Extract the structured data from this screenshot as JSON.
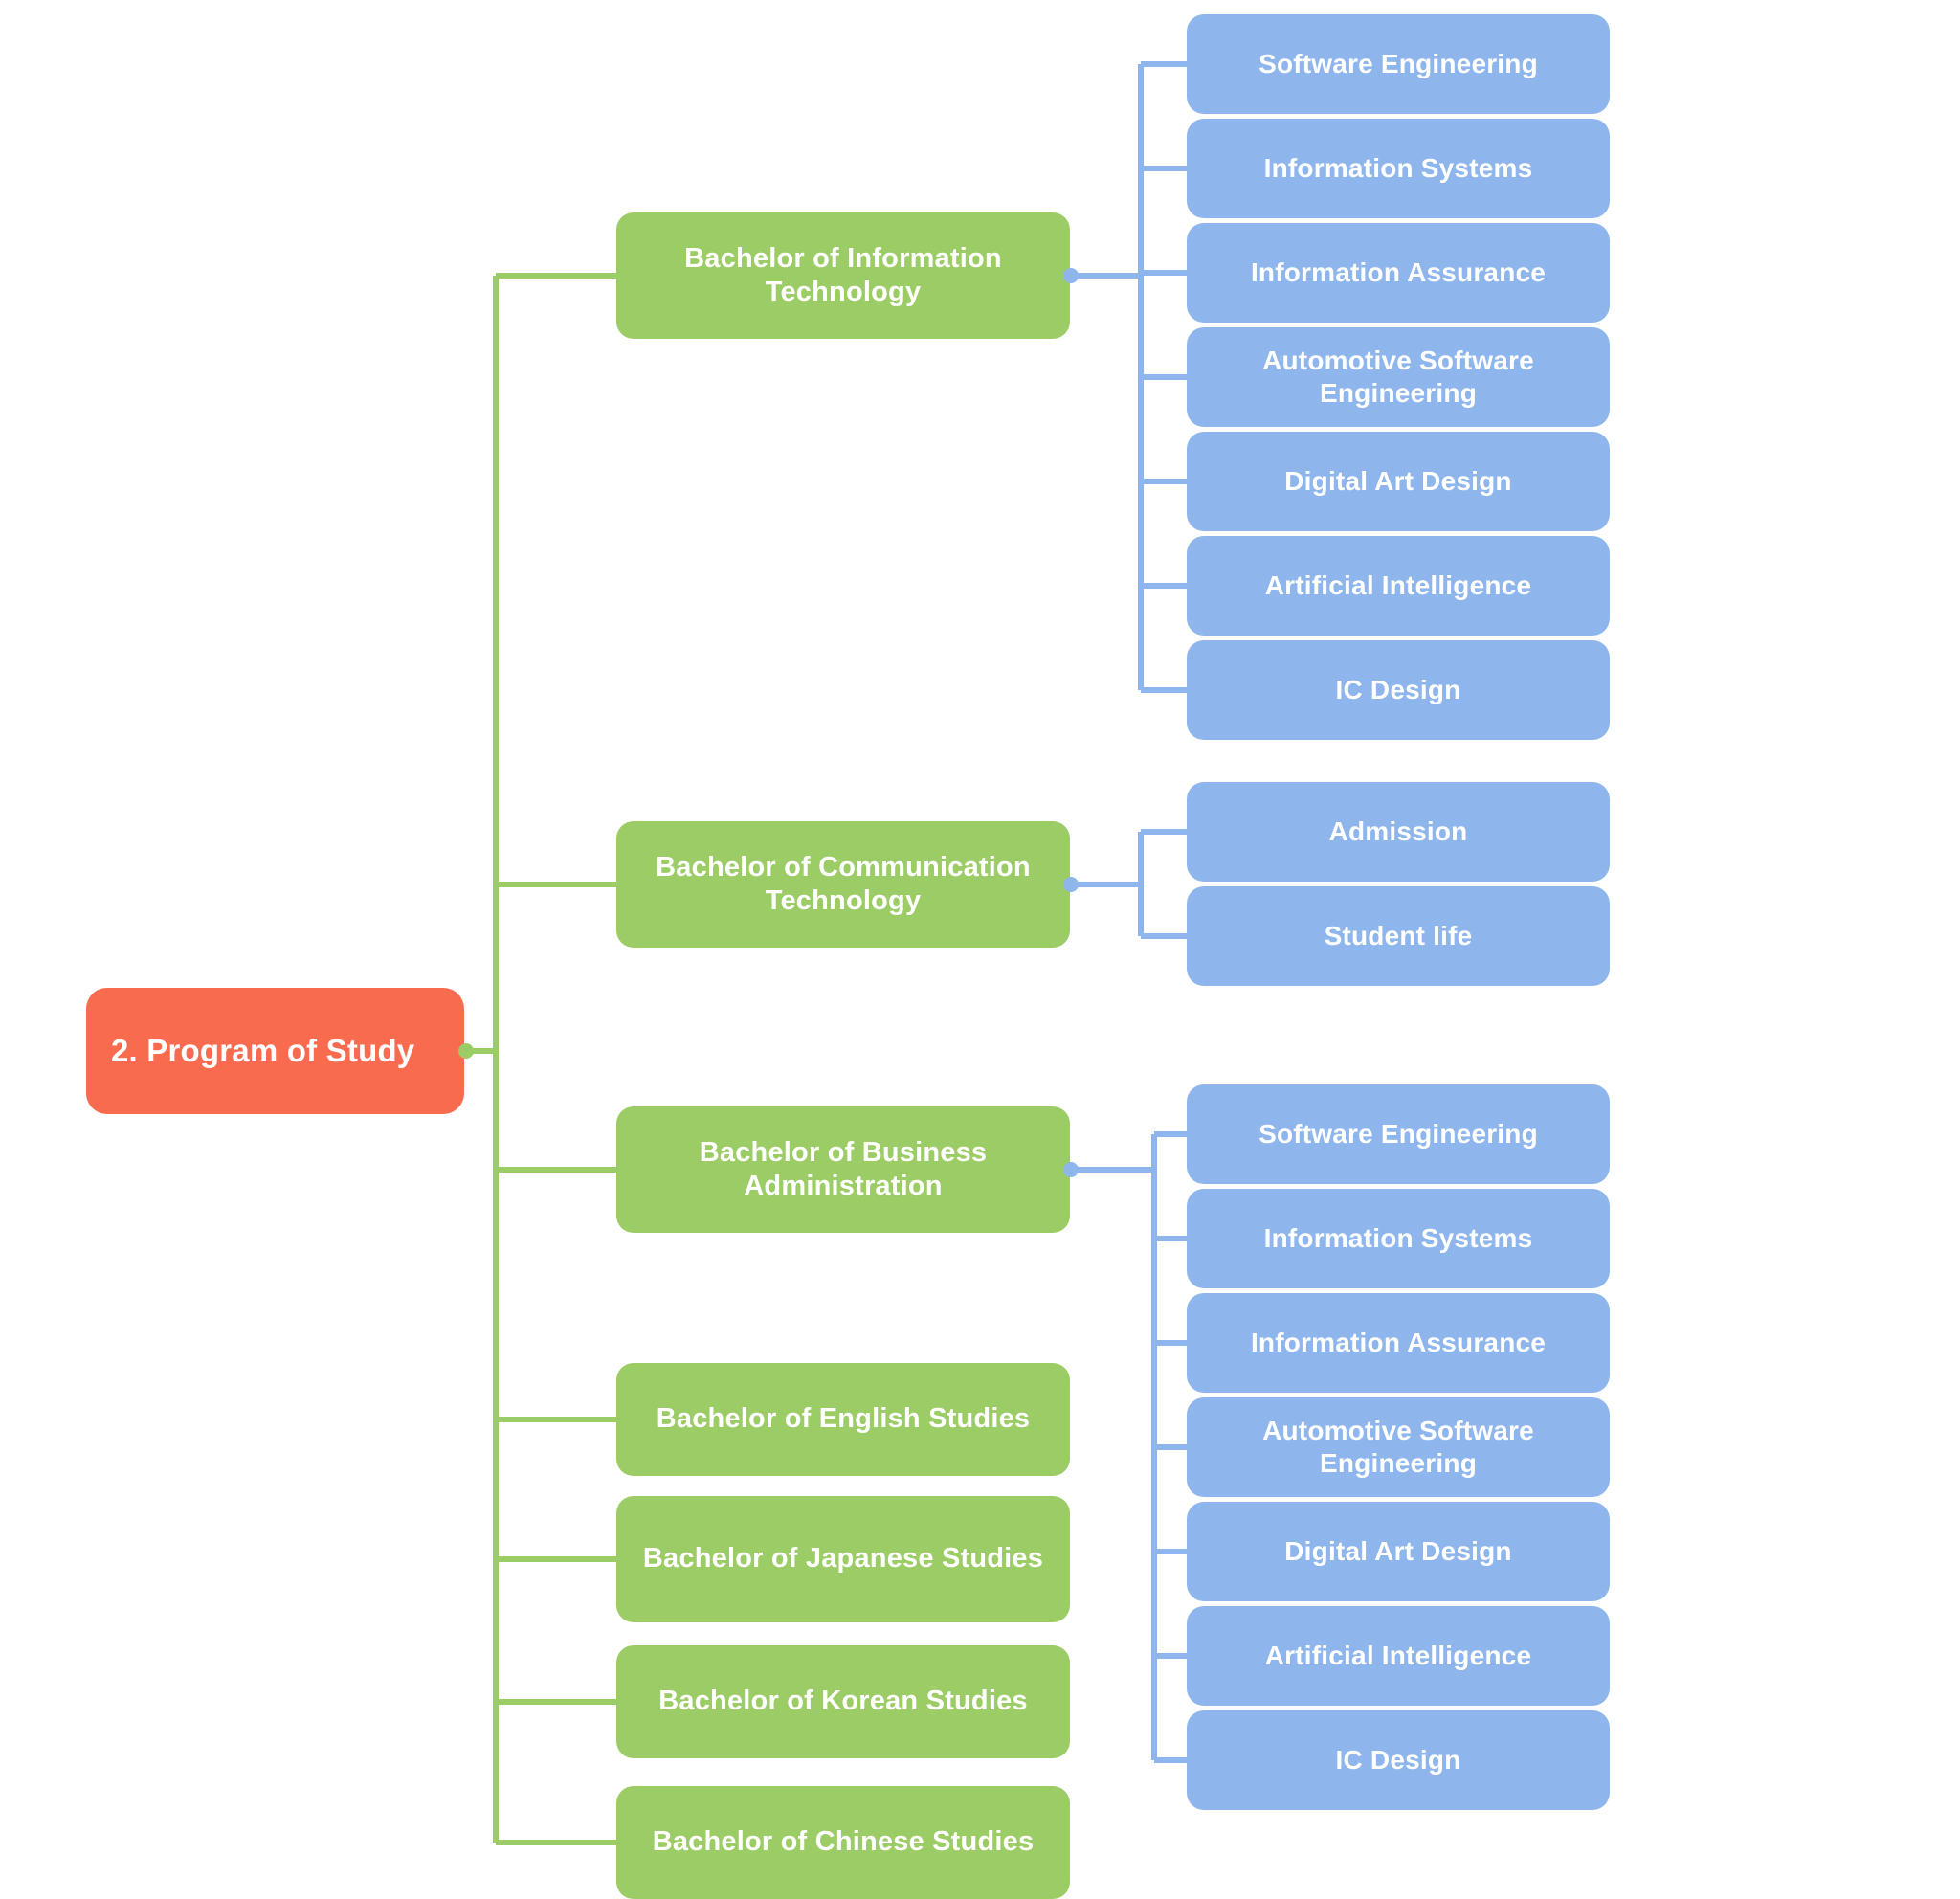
{
  "diagram": {
    "type": "mind-map",
    "title": "2. Program of Study",
    "colors": {
      "root": "#f96b4f",
      "branch": "#9ccc65",
      "leaf": "#8eb6ec",
      "background": "#ffffff",
      "text": "#ffffff"
    },
    "root": {
      "label": "2. Program of Study"
    },
    "branches": [
      {
        "label": "Bachelor of Information Technology",
        "children": [
          {
            "label": "Software Engineering"
          },
          {
            "label": "Information Systems"
          },
          {
            "label": "Information Assurance"
          },
          {
            "label": "Automotive Software Engineering"
          },
          {
            "label": "Digital Art Design"
          },
          {
            "label": "Artificial Intelligence"
          },
          {
            "label": "IC Design"
          }
        ]
      },
      {
        "label": "Bachelor of Communication Technology",
        "children": [
          {
            "label": "Admission"
          },
          {
            "label": "Student life"
          }
        ]
      },
      {
        "label": "Bachelor of Business Administration",
        "children": [
          {
            "label": "Software Engineering"
          },
          {
            "label": "Information Systems"
          },
          {
            "label": "Information Assurance"
          },
          {
            "label": "Automotive Software Engineering"
          },
          {
            "label": "Digital Art Design"
          },
          {
            "label": "Artificial Intelligence"
          },
          {
            "label": "IC Design"
          }
        ]
      },
      {
        "label": "Bachelor of English Studies",
        "children": []
      },
      {
        "label": "Bachelor of Japanese Studies",
        "children": []
      },
      {
        "label": "Bachelor of Korean Studies",
        "children": []
      },
      {
        "label": "Bachelor of Chinese Studies",
        "children": []
      }
    ]
  }
}
